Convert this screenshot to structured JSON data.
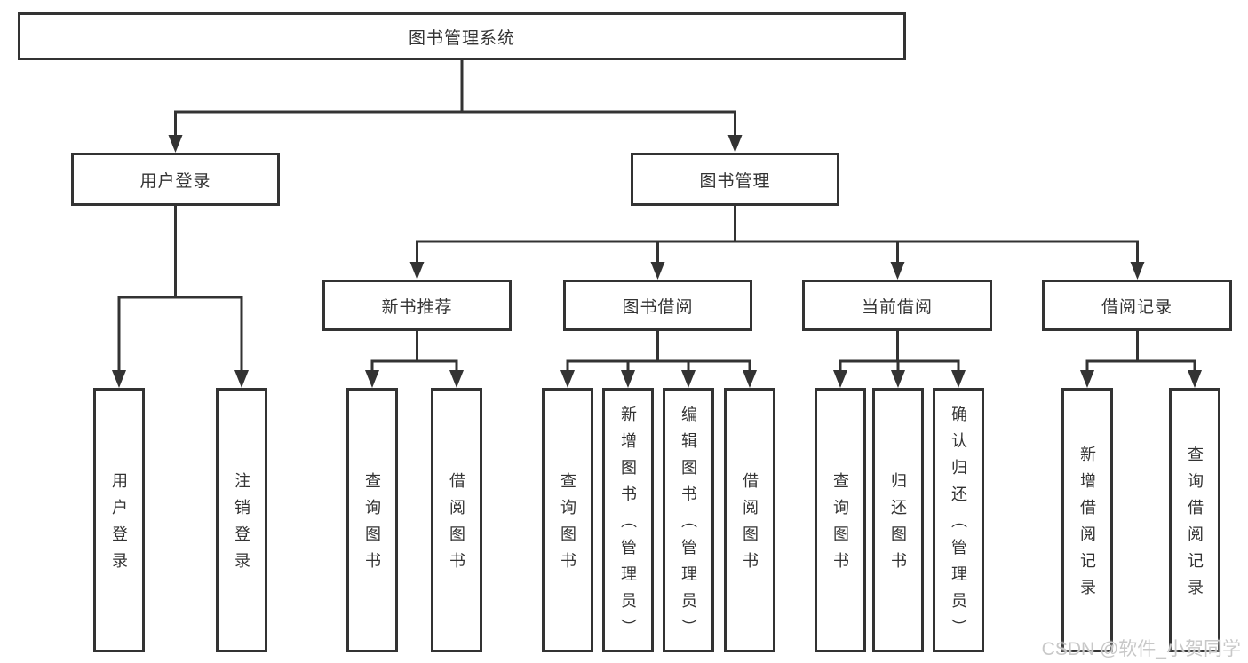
{
  "watermark": "CSDN @软件_小贺同学",
  "colors": {
    "line": "#333333",
    "box_border": "#333333",
    "box_background": "#ffffff",
    "text": "#333333",
    "watermark_text": "#c8c8c8"
  },
  "diagram": {
    "title": "图书管理系统",
    "branches": [
      {
        "label": "用户登录",
        "leaves": [
          "用户登录",
          "注销登录"
        ]
      },
      {
        "label": "图书管理",
        "groups": [
          {
            "label": "新书推荐",
            "leaves": [
              "查询图书",
              "借阅图书"
            ]
          },
          {
            "label": "图书借阅",
            "leaves": [
              "查询图书",
              "新增图书（管理员）",
              "编辑图书（管理员）",
              "借阅图书"
            ]
          },
          {
            "label": "当前借阅",
            "leaves": [
              "查询图书",
              "归还图书",
              "确认归还（管理员）"
            ]
          },
          {
            "label": "借阅记录",
            "leaves": [
              "新增借阅记录",
              "查询借阅记录"
            ]
          }
        ]
      }
    ]
  }
}
